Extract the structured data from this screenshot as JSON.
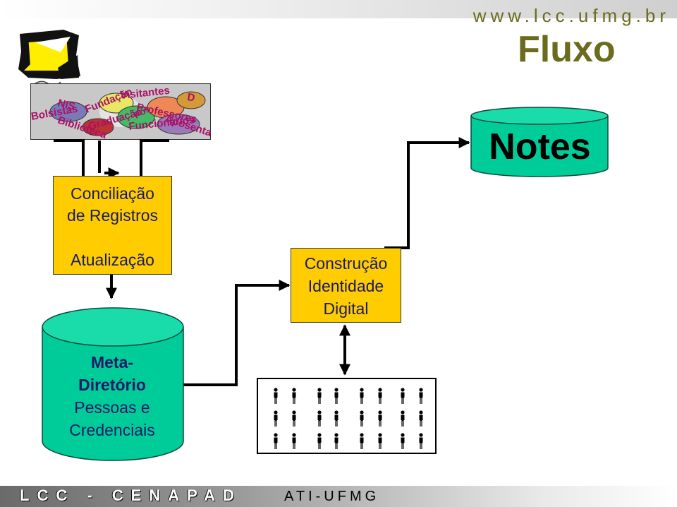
{
  "header": {
    "url": "www.lcc.ufmg.br",
    "title": "Fluxo"
  },
  "sources": {
    "labels": [
      "NIS",
      "Fundação",
      "Visitantes",
      "D",
      "Bolsistas",
      "Professores",
      "Biblioteca",
      "Graduação",
      "Funcionários",
      "Pós",
      "Aposentados"
    ]
  },
  "boxes": {
    "registros": {
      "line1": "Conciliação",
      "line2": "de Registros",
      "line3": "Atualização"
    },
    "identidade": {
      "line1": "Construção",
      "line2": "Identidade",
      "line3": "Digital"
    }
  },
  "notes": {
    "label": "Notes"
  },
  "metadiretorio": {
    "line1": "Meta-",
    "line2": "Diretório",
    "line3": "Pessoas e",
    "line4": "Credenciais"
  },
  "colors": {
    "box": "#ffcc00",
    "cylinder": "#00cc99",
    "title": "#6b6b1e",
    "text": "#1a1a66"
  },
  "footer": {
    "left": "LCC - CENAPAD",
    "right": "ATI-UFMG"
  }
}
